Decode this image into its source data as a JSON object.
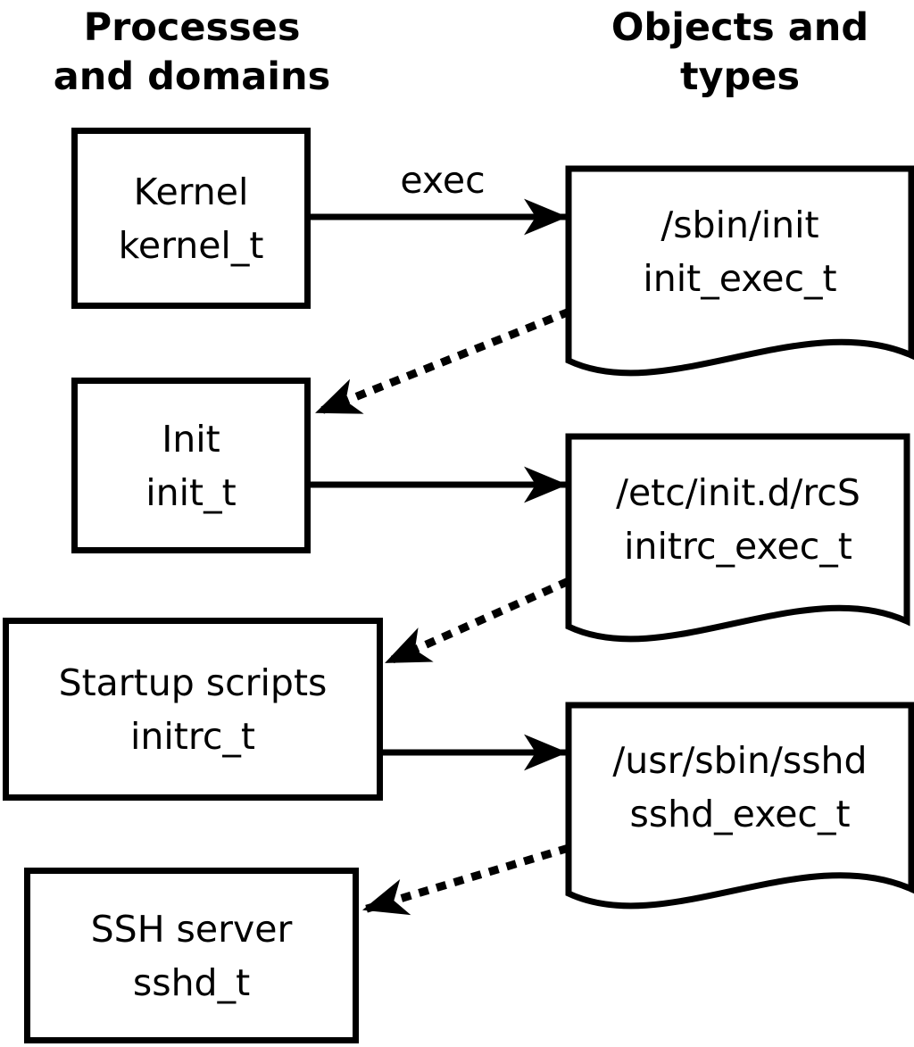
{
  "colors": {
    "background": "#ffffff",
    "ink": "#000000"
  },
  "headings": {
    "left": {
      "line1": "Processes",
      "line2": "and domains"
    },
    "right": {
      "line1": "Objects and",
      "line2": "types"
    }
  },
  "processes": [
    {
      "name": "Kernel",
      "domain": "kernel_t"
    },
    {
      "name": "Init",
      "domain": "init_t"
    },
    {
      "name": "Startup scripts",
      "domain": "initrc_t"
    },
    {
      "name": "SSH server",
      "domain": "sshd_t"
    }
  ],
  "objects": [
    {
      "path": "/sbin/init",
      "type": "init_exec_t"
    },
    {
      "path": "/etc/init.d/rcS",
      "type": "initrc_exec_t"
    },
    {
      "path": "/usr/sbin/sshd",
      "type": "sshd_exec_t"
    }
  ],
  "arrows": [
    {
      "style": "solid",
      "label": "exec",
      "from": "Kernel (kernel_t)",
      "to": "/sbin/init (init_exec_t)"
    },
    {
      "style": "dotted",
      "label": "",
      "from": "/sbin/init (init_exec_t)",
      "to": "Init (init_t)"
    },
    {
      "style": "solid",
      "label": "",
      "from": "Init (init_t)",
      "to": "/etc/init.d/rcS (initrc_exec_t)"
    },
    {
      "style": "dotted",
      "label": "",
      "from": "/etc/init.d/rcS (initrc_exec_t)",
      "to": "Startup scripts (initrc_t)"
    },
    {
      "style": "solid",
      "label": "",
      "from": "Startup scripts (initrc_t)",
      "to": "/usr/sbin/sshd (sshd_exec_t)"
    },
    {
      "style": "dotted",
      "label": "",
      "from": "/usr/sbin/sshd (sshd_exec_t)",
      "to": "SSH server (sshd_t)"
    }
  ]
}
